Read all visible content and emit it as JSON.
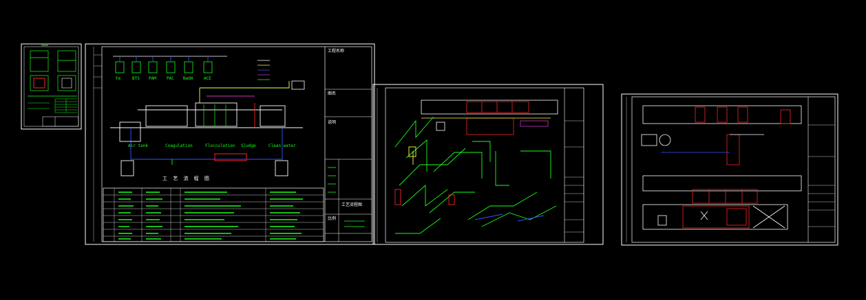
{
  "viewer": {
    "background": "#000000",
    "colors": {
      "frame": "#ffffff",
      "linework": "#1aff1a",
      "pipe_blue": "#3355ff",
      "pipe_red": "#ff2222",
      "pipe_magenta": "#cc33cc",
      "pipe_yellow": "#ffff44"
    }
  },
  "sheets": [
    {
      "id": "detail-small",
      "content": "small detail sheet with tank sections and table"
    },
    {
      "id": "process-flow",
      "content": "process flow diagram with equipment tanks and material table",
      "labels": {
        "unit_labels": [
          "Fe",
          "BTS",
          "PAM",
          "PAC",
          "NaOH",
          "ACE"
        ],
        "process_labels": [
          "Air tank",
          "Coagulation",
          "Flocculation",
          "Sludge",
          "Clean water"
        ],
        "drawing_title": "工 艺 流 程 图",
        "title_block_project": "工程名称",
        "title_block_drawing": "图名",
        "title_block_notes": "说明",
        "title_block_name": "工艺流程图",
        "scale": "比例"
      }
    },
    {
      "id": "pipe-isometric",
      "content": "pipe layout plan with isometric piping system drawings"
    },
    {
      "id": "equipment-layout",
      "content": "equipment layout plan and section elevations"
    }
  ]
}
